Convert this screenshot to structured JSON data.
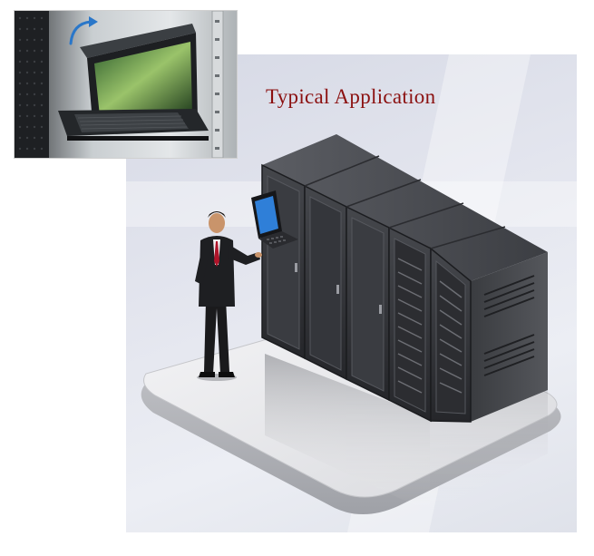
{
  "figure": {
    "title": "Typical Application",
    "colors": {
      "title": "#8b1010",
      "rack_body": "#2e2f33",
      "platform": "#e7e8ea",
      "arrow": "#2a77c9",
      "laptop_screen": "#2f7fd8"
    },
    "icons": {
      "inset": "rack-console-photo",
      "arrow": "curved-arrow-icon",
      "person": "technician-with-laptop",
      "racks": "server-rack-row"
    }
  }
}
